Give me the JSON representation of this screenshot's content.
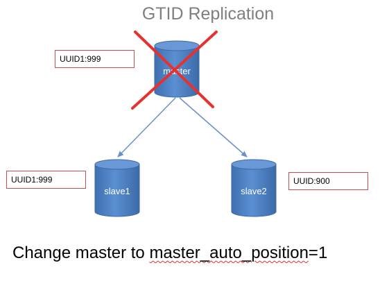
{
  "title": "GTID Replication",
  "nodes": {
    "master": {
      "label": "master",
      "gtid": "UUID1:999",
      "crossed_out": true
    },
    "slave1": {
      "label": "slave1",
      "gtid": "UUID1:999"
    },
    "slave2": {
      "label": "slave2",
      "gtid": "UUID:900"
    }
  },
  "command": {
    "prefix": "Change master to ",
    "highlighted": "master_auto_position",
    "suffix": "=1"
  },
  "colors": {
    "cylinder_fill": "#4f81bd",
    "cylinder_top": "#6a98d6",
    "cylinder_stroke": "#3a6aa5",
    "arrow": "#6b8fc8",
    "cross": "#e8312f",
    "gtid_box_border": "#c0504d",
    "title_text": "#7f7f7f"
  }
}
